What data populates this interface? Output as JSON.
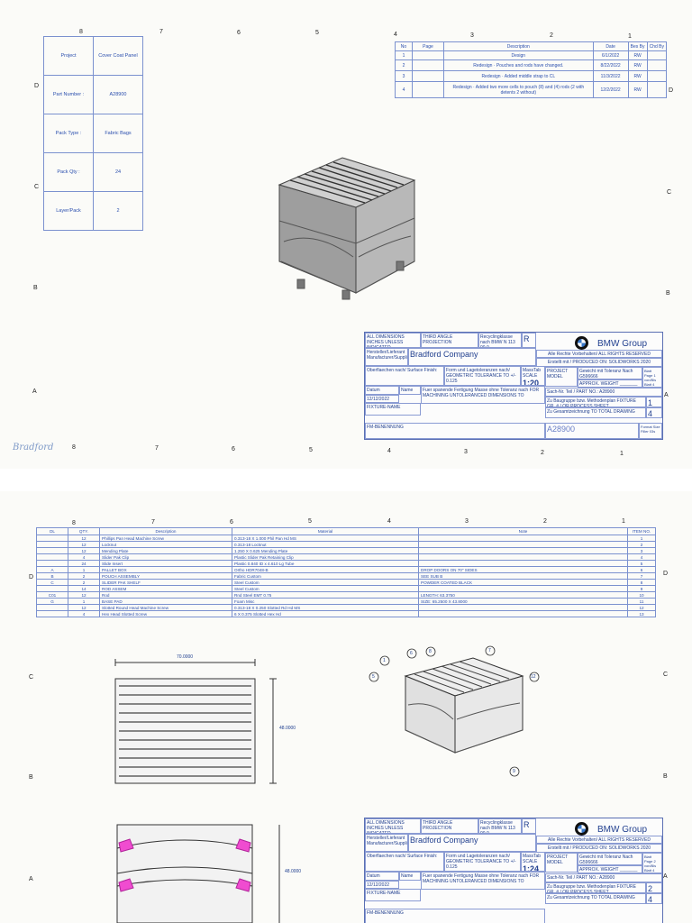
{
  "zones_top": [
    "8",
    "7",
    "6",
    "5",
    "4",
    "3",
    "2",
    "1"
  ],
  "rows_side": [
    "D",
    "C",
    "B",
    "A"
  ],
  "info_table": [
    {
      "label": "Project",
      "value": "Cover Coat Panel"
    },
    {
      "label": "Part Number :",
      "value": "A28900"
    },
    {
      "label": "Pack Type :",
      "value": "Fabric Bags"
    },
    {
      "label": "Pack Qty :",
      "value": "24"
    },
    {
      "label": "Layer/Pack",
      "value": "2"
    }
  ],
  "revision": {
    "headers": [
      "No",
      "Page",
      "Description",
      "Date",
      "Bes By",
      "Chd By"
    ],
    "rows": [
      {
        "no": "1",
        "desc": "Design",
        "date": "6/1/2022",
        "by": "RW"
      },
      {
        "no": "2",
        "desc": "Redesign · Pouches and rods have changed.",
        "date": "8/22/2022",
        "by": "RW"
      },
      {
        "no": "3",
        "desc": "Redesign · Added middle strap to CL",
        "date": "11/3/2022",
        "by": "RW"
      },
      {
        "no": "4",
        "desc": "Redesign · Added two more cells to pouch (8) and (4) rods (2 with detents 2 without)",
        "date": "12/2/2022",
        "by": "RW"
      }
    ]
  },
  "title_block_1": {
    "dims": "ALL DIMENSIONS INCHES UNLESS INDICATED",
    "projection": "THIRD ANGLE PROJECTION",
    "recycle": "Recyclingklasse nach BMW N 113 00.0",
    "recycle_mark": "R",
    "company": "Bradford Company",
    "brand": "BMW Group",
    "rights": "Alle Rechte Vorbehalten/ ALL RIGHTS RESERVED",
    "produced": "Erstellt mit / PRODUCED ON:  SOLIDWORKS 2020",
    "maker": "Hersteller/Lieferant Manufacturer/Supplier",
    "surface": "Oberflaechen nach/ Surface Finish:",
    "tol": "Form und Lagetoleranzen nach/ GEOMETRIC TOLERANCE TO +/- 0.125",
    "masstab": "MassTab",
    "scale_label": "SCALE",
    "scale": "1:20",
    "project": "PROJECT MODEL",
    "weight_tol": "Gewicht mit Toleranz Nach G596666",
    "weight": "APPROX. WEIGHT _______ kg",
    "sheet": "Blatt Page 1 von/Bis Blatt 4 PAGE",
    "datum": "Datum",
    "name": "Name",
    "date": "12/12/2022",
    "fixture_txt": "Fuer spanende Fertigung Masse ohne Toleranz nach FOR MACHINING UNTOLERANCED DIMENSIONS TO",
    "fixture_name": "FIXTURE-NAME",
    "part": "Sach-Nr. Teil / PART NO.: A28900",
    "assembly": "Zu Baugruppe bzw. Methodenplan FIXTURE GR. # / OR PROCESS SHEET",
    "assembly_n": "1",
    "total": "Zu Gesamtzeichnung TO TOTAL DRAWING",
    "total_n": "4",
    "benennung": "FM-BENENNUNG",
    "partno": "A28900",
    "format": "Format Size Filler 03s"
  },
  "bom": {
    "headers": [
      "DL",
      "QTY.",
      "Description",
      "Material",
      "Note",
      "ITEM NO."
    ],
    "rows": [
      [
        "",
        "12",
        "Phillips Pan Head Machine Screw",
        "0.313-18 X 1.000 Phil Pan Hd MS",
        "",
        "1"
      ],
      [
        "",
        "12",
        "Locknut",
        "0.313-18 Locknut",
        "",
        "2"
      ],
      [
        "",
        "12",
        "Mending Plate",
        "1.250 X 0.625 Mending Plate",
        "",
        "3"
      ],
      [
        "",
        "4",
        "Slider Pak Clip",
        "Plastic Slider Pak Retaining Clip",
        "",
        "4"
      ],
      [
        "",
        "24",
        "Slide Insert",
        "Plastic 0.840 ID x 4.610 Lg Tube",
        "",
        "5"
      ],
      [
        "A",
        "1",
        "PALLET BOX",
        "Ortho HDR7048-B",
        "DROP DOORS ON 70\" SIDES",
        "6"
      ],
      [
        "B",
        "2",
        "POUCH ASSEMBLY",
        "Fabric Custom",
        "SEE SUB B",
        "7"
      ],
      [
        "C",
        "2",
        "SLIDER PAK SHELF",
        "Steel Custom",
        "POWDER COATED BLACK",
        "8"
      ],
      [
        "",
        "14",
        "ROD ASSEM",
        "Steel Custom",
        "",
        "9"
      ],
      [
        "C01",
        "12",
        "Rod",
        "Rnd Steel EMT 0.75",
        "LENGTH: 63.3750",
        "10"
      ],
      [
        "G",
        "1",
        "BASE PAD",
        "Foam Misc",
        "SIZE: 65.2500 X 43.8000",
        "11"
      ],
      [
        "",
        "12",
        "Slotted Round Head Machine Screw",
        "0.313-18 X 0.250 Slotted Rd Hd MS",
        "",
        "12"
      ],
      [
        "",
        "4",
        "Hex Head Slotted Screw",
        "6 X 0.375 Slotted Hex Hd",
        "",
        "13"
      ]
    ]
  },
  "dims": {
    "width": "70.0000",
    "depth": "48.0000",
    "height": "48.0000"
  },
  "callouts": [
    "1",
    "6",
    "8",
    "5",
    "7",
    "12",
    "9"
  ],
  "title_block_2": {
    "scale": "1:24",
    "sheet": "Blatt Page 2 von/Bis Blatt 4 PAGE",
    "assembly_n": "2",
    "total_n": "4"
  }
}
